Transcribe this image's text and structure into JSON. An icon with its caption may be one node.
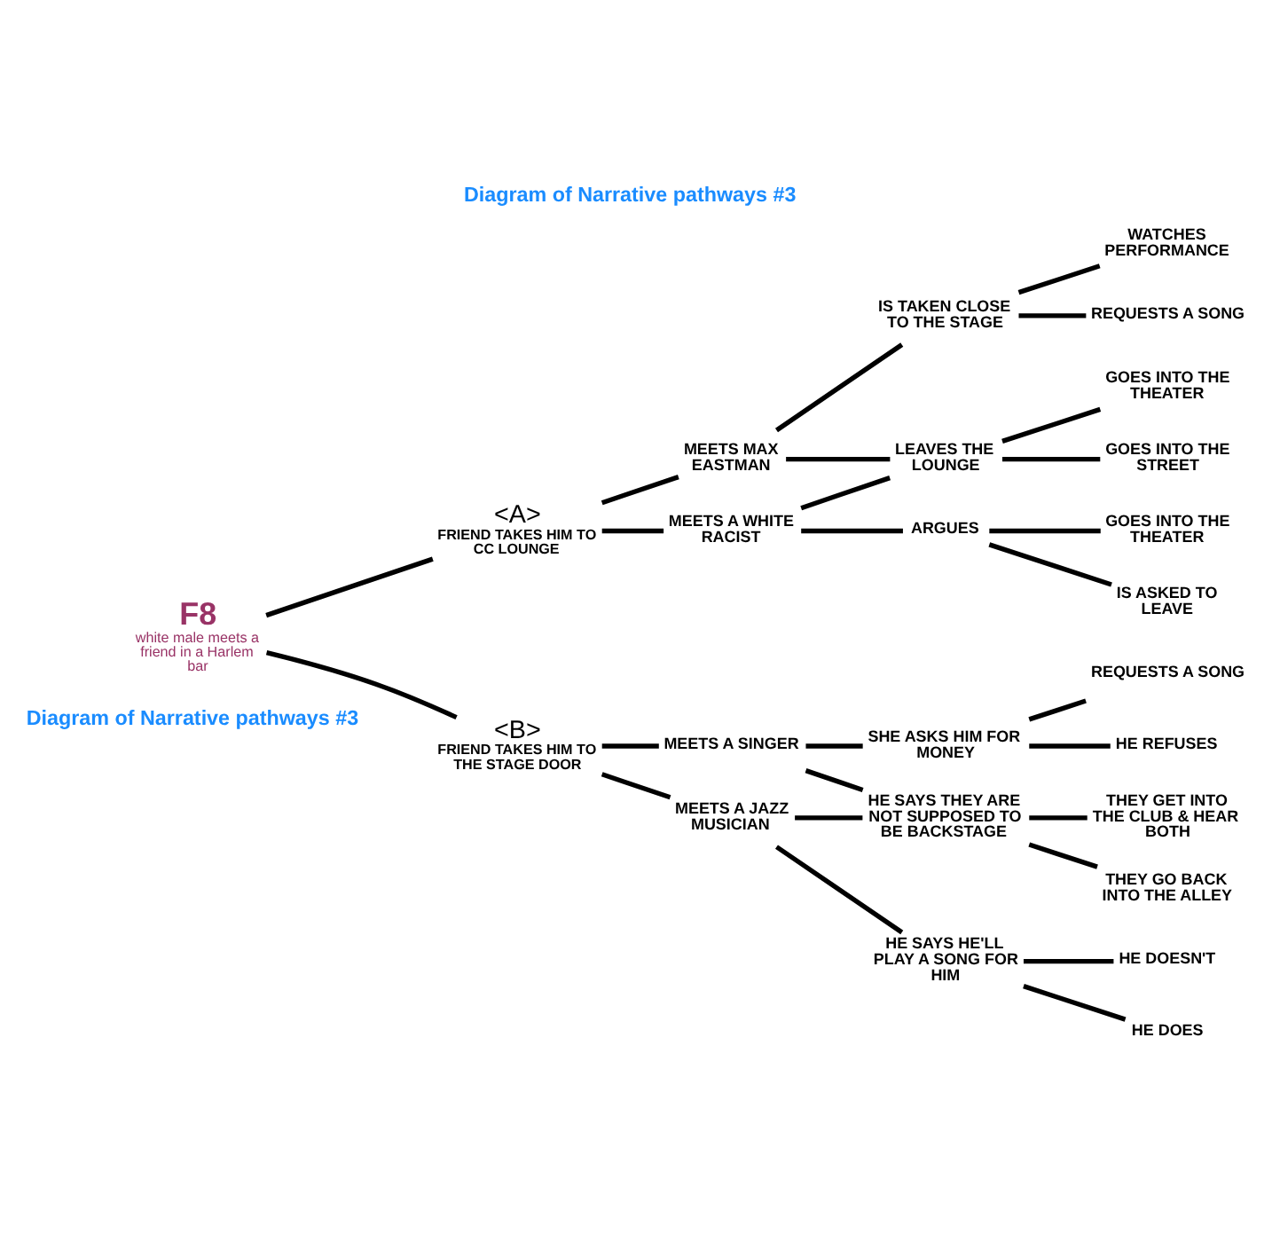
{
  "diagram": {
    "title": "Diagram of Narrative pathways #3",
    "caption": "Diagram of Narrative pathways #3",
    "nodes": [
      {
        "text": [
          "F8",
          "white male meets a friend in a Harlem bar"
        ]
      },
      {
        "text": [
          "<A>"
        ],
        "beside": [
          "FRIEND TAKES HIM TO CC LOUNGE"
        ]
      },
      {
        "text": [
          "MEETS MAX EASTMAN"
        ]
      },
      {
        "text": [
          "IS TAKEN CLOSE TO THE STAGE"
        ]
      },
      {
        "text": [
          "WATCHES PERFORMANCE"
        ]
      },
      {
        "text": [
          "REQUESTS A SONG"
        ]
      },
      {
        "text": [
          "LEAVES THE LOUNGE"
        ]
      },
      {
        "text": [
          "GOES INTO THE THEATER"
        ]
      },
      {
        "text": [
          "GOES INTO THE STREET"
        ]
      },
      {
        "text": [
          "MEETS A WHITE RACIST"
        ]
      },
      {
        "text": [
          "ARGUES"
        ]
      },
      {
        "text": [
          "GOES INTO THE THEATER"
        ]
      },
      {
        "text": [
          "IS ASKED TO LEAVE"
        ]
      },
      {
        "text": [
          "<B>"
        ],
        "beside": [
          "FRIEND TAKES HIM TO THE STAGE DOOR"
        ]
      },
      {
        "text": [
          "MEETS A SINGER"
        ]
      },
      {
        "text": [
          "SHE ASKS HIM FOR MONEY"
        ]
      },
      {
        "text": [
          "REQUESTS A SONG"
        ]
      },
      {
        "text": [
          "HE REFUSES"
        ]
      },
      {
        "text": [
          "HE SAYS THEY ARE NOT SUPPOSED TO BE BACKSTAGE"
        ]
      },
      {
        "text": [
          "THEY GET INTO THE CLUB & HEAR BOTH"
        ]
      },
      {
        "text": [
          "THEY GO BACK INTO THE ALLEY"
        ]
      },
      {
        "text": [
          "MEETS A JAZZ MUSICIAN"
        ]
      },
      {
        "text": [
          "HE SAYS HE'LL PLAY A SONG FOR HIM"
        ]
      },
      {
        "text": [
          "HE DOESN'T"
        ]
      },
      {
        "text": [
          "HE DOES"
        ]
      }
    ],
    "edges": [
      {
        "from": 0,
        "to": 1,
        "arrow": "none"
      },
      {
        "from": 1,
        "to": 2,
        "arrow": "none"
      },
      {
        "from": 1,
        "to": 9,
        "arrow": "none"
      },
      {
        "from": 2,
        "to": 3,
        "arrow": "none"
      },
      {
        "from": 2,
        "to": 6,
        "arrow": "none"
      },
      {
        "from": 3,
        "to": 4,
        "arrow": "none"
      },
      {
        "from": 3,
        "to": 5,
        "arrow": "none"
      },
      {
        "from": 6,
        "to": 7,
        "arrow": "none"
      },
      {
        "from": 6,
        "to": 8,
        "arrow": "none"
      },
      {
        "from": 9,
        "to": 6,
        "arrow": "none"
      },
      {
        "from": 9,
        "to": 10,
        "arrow": "none"
      },
      {
        "from": 10,
        "to": 11,
        "arrow": "none"
      },
      {
        "from": 10,
        "to": 12,
        "arrow": "none"
      },
      {
        "from": 0,
        "to": 13,
        "arrow": "none"
      },
      {
        "from": 13,
        "to": 14,
        "arrow": "none"
      },
      {
        "from": 13,
        "to": 21,
        "arrow": "none"
      },
      {
        "from": 14,
        "to": 15,
        "arrow": "none"
      },
      {
        "from": 14,
        "to": 18,
        "arrow": "none"
      },
      {
        "from": 15,
        "to": 16,
        "arrow": "none"
      },
      {
        "from": 15,
        "to": 17,
        "arrow": "none"
      },
      {
        "from": 18,
        "to": 19,
        "arrow": "none"
      },
      {
        "from": 18,
        "to": 20,
        "arrow": "none"
      },
      {
        "from": 21,
        "to": 18,
        "arrow": "none"
      },
      {
        "from": 21,
        "to": 22,
        "arrow": "none"
      },
      {
        "from": 22,
        "to": 23,
        "arrow": "none"
      },
      {
        "from": 22,
        "to": 24,
        "arrow": "none"
      }
    ]
  }
}
